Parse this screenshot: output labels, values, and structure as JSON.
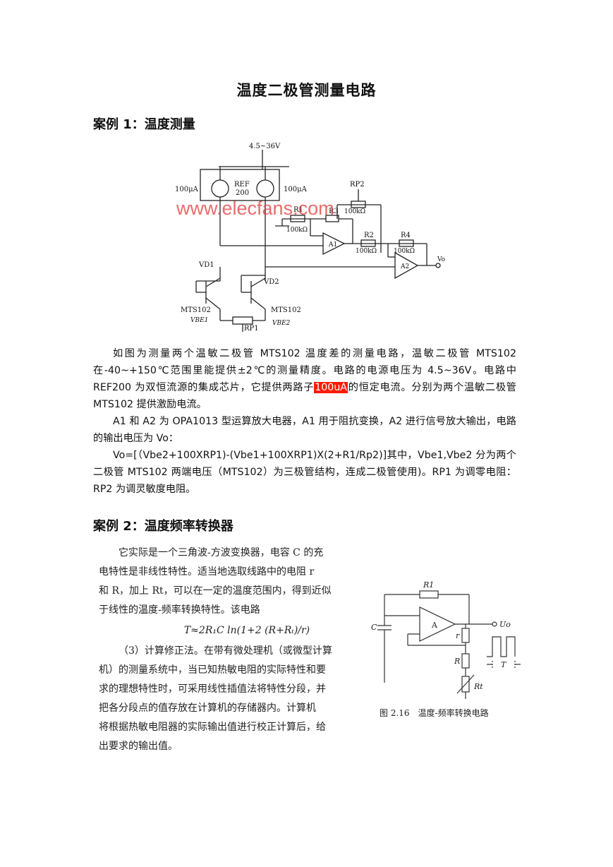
{
  "title": "温度二极管测量电路",
  "case1": {
    "heading": "案例 1：温度测量",
    "circuit": {
      "supply": "4.5~36V",
      "current_left": "100μA",
      "current_right": "100μA",
      "ref_name": "REF",
      "ref_num": "200",
      "watermark": "www.elecfans.com",
      "rp2": "RP2",
      "rp2_val": "100kΩ",
      "r1": "R1",
      "r1_val": "100kΩ",
      "r3": "R3",
      "r2": "R2",
      "r2_val": "100kΩ",
      "r4": "R4",
      "r4_val": "100kΩ",
      "a1": "A1",
      "a2": "A2",
      "vo": "Vo",
      "vd1": "VD1",
      "vd2": "VD2",
      "mts_left": "MTS102",
      "mts_right": "MTS102",
      "vbe1": "VBE1",
      "vbe2": "VBE2",
      "rp1": "RP1"
    },
    "p1_before": "如图为测量两个温敏二极管 MTS102 温度差的测量电路，温敏二极管 MTS102 在-40~+150℃范围里能提供±2℃的测量精度。电路的电源电压为 4.5~36V。电路中 REF200 为双恒流源的集成芯片，它提供两路子",
    "p1_highlight": "100uA",
    "p1_after": "的恒定电流。分别为两个温敏二极管 MTS102 提供激励电流。",
    "p2": "A1 和 A2 为 OPA1013 型运算放大电器，A1 用于阻抗变换，A2 进行信号放大输出，电路的输出电压为 Vo：",
    "p3": "Vo=[（Vbe2+100XRP1)-(Vbe1+100XRP1)X(2+R1/Rp2)]其中，Vbe1,Vbe2 分为两个二极管 MTS102 两端电压（MTS102）为三极管结构，连成二极管使用)。RP1 为调零电阻：RP2 为调灵敏度电阻。"
  },
  "case2": {
    "heading": "案例 2：温度频率转换器",
    "scan_lines": [
      "它实际是一个三角波-方波变换器，电容 C 的充",
      "电特性是非线性特性。适当地选取线路中的电阻 r",
      "和 R，加上 Rt，可以在一定的温度范围内，得到近似",
      "于线性的温度-频率转换特性。该电路"
    ],
    "formula": "T≈2R₁C ln(1+2 (R+Rₜ)/r)",
    "scan_lines2": [
      "（3）计算修正法。在带有微处理机（或微型计算",
      "机）的测量系统中，当已知热敏电阻的实际特性和要",
      "求的理想特性时，可采用线性插值法将特性分段，并",
      "把各分段点的值存放在计算机的存储器内。计算机",
      "将根据热敏电阻器的实际输出值进行校正计算后，给",
      "出要求的输出值。"
    ],
    "fig": {
      "r1": "R1",
      "c": "C",
      "a": "A",
      "uo": "Uo",
      "r": "r",
      "rr": "R",
      "rt": "Rt",
      "t": "T",
      "caption": "图 2.16　温度-频率转换电路"
    }
  }
}
